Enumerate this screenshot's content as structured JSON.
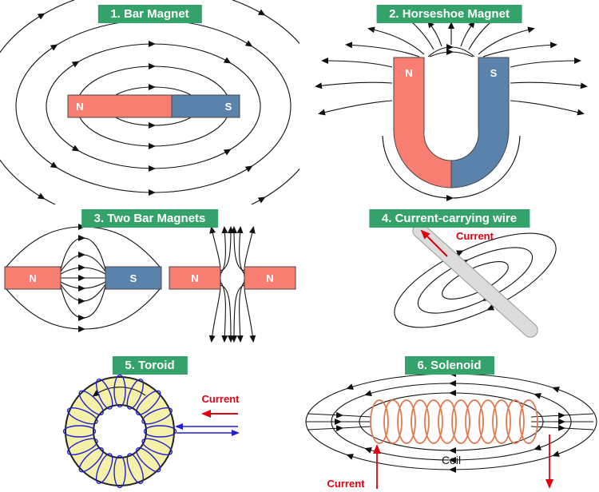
{
  "panels": {
    "bar_magnet": {
      "title": "1. Bar Magnet",
      "pole_n": "N",
      "pole_s": "S"
    },
    "horseshoe_magnet": {
      "title": "2. Horseshoe Magnet",
      "pole_n": "N",
      "pole_s": "S"
    },
    "two_bar_magnets": {
      "title": "3. Two Bar Magnets",
      "attract_pole_n": "N",
      "attract_pole_s": "S",
      "repel_pole_left": "N",
      "repel_pole_right": "N"
    },
    "current_wire": {
      "title": "4. Current-carrying wire",
      "current_label": "Current"
    },
    "toroid": {
      "title": "5. Toroid",
      "current_label": "Current"
    },
    "solenoid": {
      "title": "6. Solenoid",
      "coil_label": "Coil",
      "current_label": "Current"
    }
  },
  "colors": {
    "banner_green": "#35a26b",
    "magnet_red": "#f87e72",
    "magnet_blue": "#5b82ab",
    "field_line_black": "#111111",
    "current_red": "#e2000f",
    "toroid_winding_blue": "#1f1fd4",
    "toroid_core_yellow": "#f6f1a9",
    "solenoid_coil_orange": "#e07a52",
    "wire_gray": "#dcdcdc"
  }
}
